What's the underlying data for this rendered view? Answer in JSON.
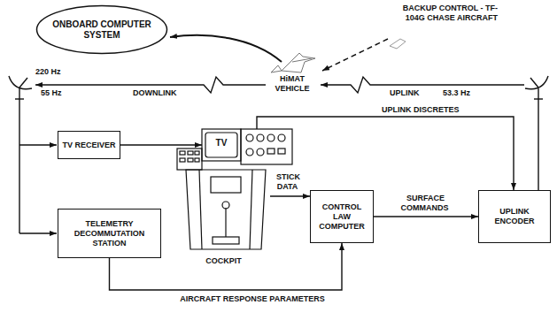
{
  "diagram": {
    "nodes": [
      {
        "text": [
          "ONBOARD COMPUTER SYSTEM"
        ]
      },
      {
        "text": [
          "TV RECEIVER"
        ]
      },
      {
        "text": [
          "TV",
          "COCKPIT"
        ]
      },
      {
        "text": [
          "CONTROL LAW COMPUTER"
        ]
      },
      {
        "text": [
          "UPLINK ENCODER"
        ]
      },
      {
        "text": [
          "TELEMETRY DECOMMUTATION STATION"
        ]
      }
    ],
    "edges": [
      {
        "from": 1,
        "to": 2,
        "arrow": "to"
      },
      {
        "from": 2,
        "to": 3,
        "label": "STICK DATA",
        "arrow": "to"
      },
      {
        "from": 3,
        "to": 4,
        "label": "SURFACE COMMANDS",
        "arrow": "to"
      },
      {
        "from": 2,
        "to": 4,
        "label": "UPLINK DISCRETES",
        "arrow": "to"
      },
      {
        "from": 5,
        "to": 3,
        "label": "AIRCRAFT RESPONSE PARAMETERS",
        "arrow": "to"
      }
    ],
    "labels": [
      "BACKUP CONTROL - TF-104G CHASE AIRCRAFT",
      "HiMAT VEHICLE",
      "DOWNLINK",
      "220 Hz",
      "55 Hz",
      "UPLINK",
      "53.3 Hz"
    ]
  }
}
